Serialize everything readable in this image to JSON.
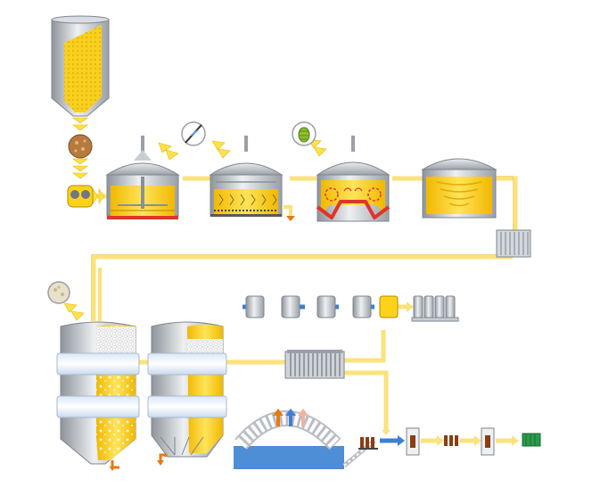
{
  "diagram": {
    "kind": "beer brewing process flow",
    "stages": [
      {
        "id": "malt-silo",
        "icon": "silo-icon"
      },
      {
        "id": "malt-mill",
        "icon": "grain-icon"
      },
      {
        "id": "mash-tun",
        "icon": "vessel-icon"
      },
      {
        "id": "lauter-tun",
        "icon": "vessel-icon"
      },
      {
        "id": "wort-kettle",
        "icon": "vessel-icon"
      },
      {
        "id": "whirlpool",
        "icon": "vessel-icon"
      },
      {
        "id": "wort-cooler",
        "icon": "heat-exchanger-icon"
      },
      {
        "id": "fermentation-tank",
        "icon": "tank-icon"
      },
      {
        "id": "maturation-tank",
        "icon": "tank-icon"
      },
      {
        "id": "beer-filter",
        "icon": "filter-icon"
      },
      {
        "id": "keg-line",
        "icon": "keg-icon"
      },
      {
        "id": "bottle-washer",
        "icon": "bottle-icon"
      },
      {
        "id": "bottling-line",
        "icon": "bottle-icon"
      },
      {
        "id": "packaging",
        "icon": "crate-icon"
      }
    ],
    "inputs": [
      {
        "id": "water",
        "icon": "water-drop-icon"
      },
      {
        "id": "hops",
        "icon": "hop-icon"
      },
      {
        "id": "yeast",
        "icon": "yeast-icon"
      }
    ],
    "colors": {
      "beer": "#ffd21a",
      "pipe": "#fbe27a",
      "steel": "#b9bec4",
      "heat": "#e0342a",
      "cold": "#3c7fd6",
      "crate": "#2a9a4a"
    }
  }
}
